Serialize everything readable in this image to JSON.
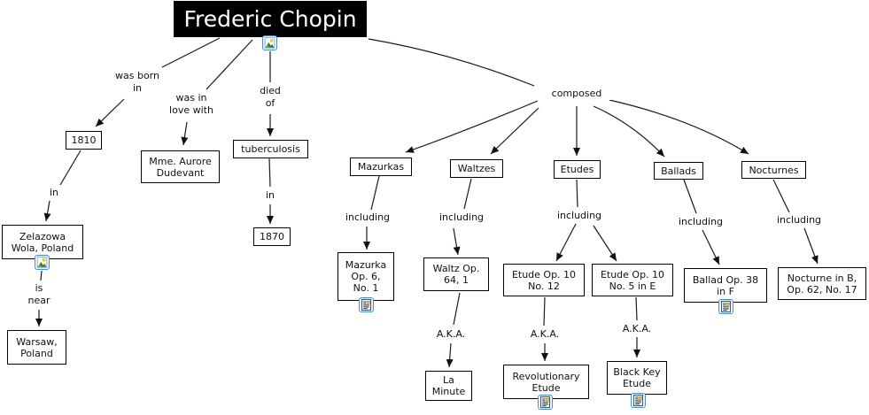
{
  "map": {
    "title": "Frederic Chopin",
    "concepts": {
      "year_1810": "1810",
      "lover": "Mme. Aurore\nDudevant",
      "disease": "tuberculosis",
      "year_1870": "1870",
      "birthplace": "Zelazowa\nWola, Poland",
      "near_city": "Warsaw,\nPoland",
      "mazurkas": "Mazurkas",
      "waltzes": "Waltzes",
      "etudes": "Etudes",
      "ballads": "Ballads",
      "nocturnes": "Nocturnes",
      "mazurka_example": "Mazurka\nOp. 6,\nNo. 1",
      "waltz_example": "Waltz Op.\n64, 1",
      "etude_example_1": "Etude Op. 10\nNo. 12",
      "etude_example_2": "Etude Op. 10\nNo. 5 in E",
      "ballad_example": "Ballad Op. 38\nin F",
      "nocturne_example": "Nocturne in B,\nOp. 62, No. 17",
      "la_minute": "La\nMinute",
      "revolutionary": "Revolutionary\nEtude",
      "black_key": "Black Key\nEtude"
    },
    "link_labels": {
      "was_born_in": "was born\nin",
      "was_in_love_with": "was in\nlove with",
      "died_of": "died\nof",
      "composed": "composed",
      "in_birth": "in",
      "is_near": "is\nnear",
      "in_death": "in",
      "including_mazurkas": "including",
      "including_waltzes": "including",
      "including_etudes": "including",
      "including_ballads": "including",
      "including_nocturnes": "including",
      "aka_waltz": "A.K.A.",
      "aka_etude_12": "A.K.A.",
      "aka_etude_5": "A.K.A."
    },
    "icons": {
      "image_resource": "picture-attachment",
      "document_resource": "document-attachment"
    },
    "colors": {
      "background": "#ffffff",
      "title_bg": "#000000",
      "title_text": "#ffffff",
      "node_border": "#000000",
      "line": "#1a1a1a",
      "icon_border": "#4a90d9"
    }
  }
}
